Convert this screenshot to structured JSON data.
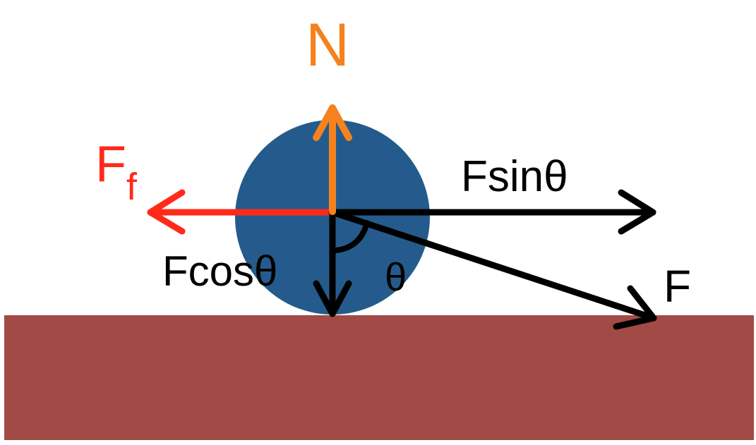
{
  "labels": {
    "normal": "N",
    "friction": "F",
    "friction_sub": "f",
    "horizontal_component": "Fsinθ",
    "vertical_component": "Fcosθ",
    "angle": "θ",
    "applied_force": "F"
  },
  "colors": {
    "background": "#ffffff",
    "ground": "#a24a46",
    "ball": "#245b8c",
    "normal": "#f5821f",
    "friction": "#ff2a1a",
    "components": "#000000"
  }
}
